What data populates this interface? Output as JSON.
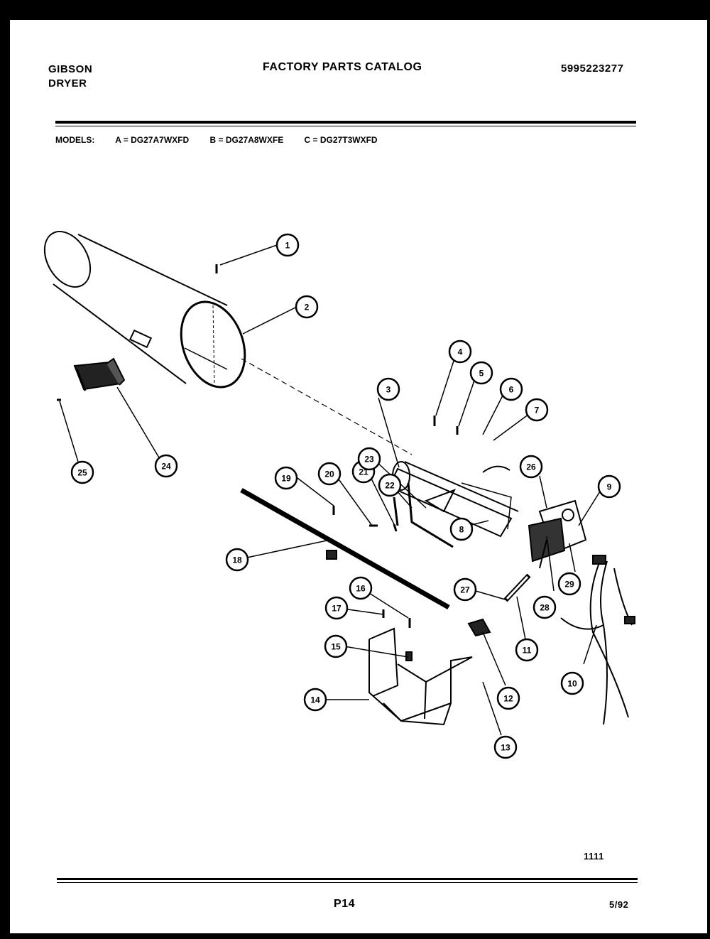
{
  "header": {
    "brand_line1": "GIBSON",
    "brand_line2": "DRYER",
    "catalog_title": "FACTORY PARTS CATALOG",
    "catalog_number": "5995223277"
  },
  "models": {
    "label": "MODELS:",
    "a": "A = DG27A7WXFD",
    "b": "B = DG27A8WXFE",
    "c": "C = DG27T3WXFD"
  },
  "diagram": {
    "callouts": [
      {
        "n": "1"
      },
      {
        "n": "2"
      },
      {
        "n": "3"
      },
      {
        "n": "4"
      },
      {
        "n": "5"
      },
      {
        "n": "6"
      },
      {
        "n": "7"
      },
      {
        "n": "8"
      },
      {
        "n": "9"
      },
      {
        "n": "10"
      },
      {
        "n": "11"
      },
      {
        "n": "12"
      },
      {
        "n": "13"
      },
      {
        "n": "14"
      },
      {
        "n": "15"
      },
      {
        "n": "16"
      },
      {
        "n": "17"
      },
      {
        "n": "18"
      },
      {
        "n": "19"
      },
      {
        "n": "20"
      },
      {
        "n": "21"
      },
      {
        "n": "22"
      },
      {
        "n": "23"
      },
      {
        "n": "24"
      },
      {
        "n": "25"
      },
      {
        "n": "26"
      },
      {
        "n": "27"
      },
      {
        "n": "28"
      },
      {
        "n": "29"
      }
    ]
  },
  "footer": {
    "reference": "1111",
    "page": "P14",
    "date": "5/92"
  }
}
